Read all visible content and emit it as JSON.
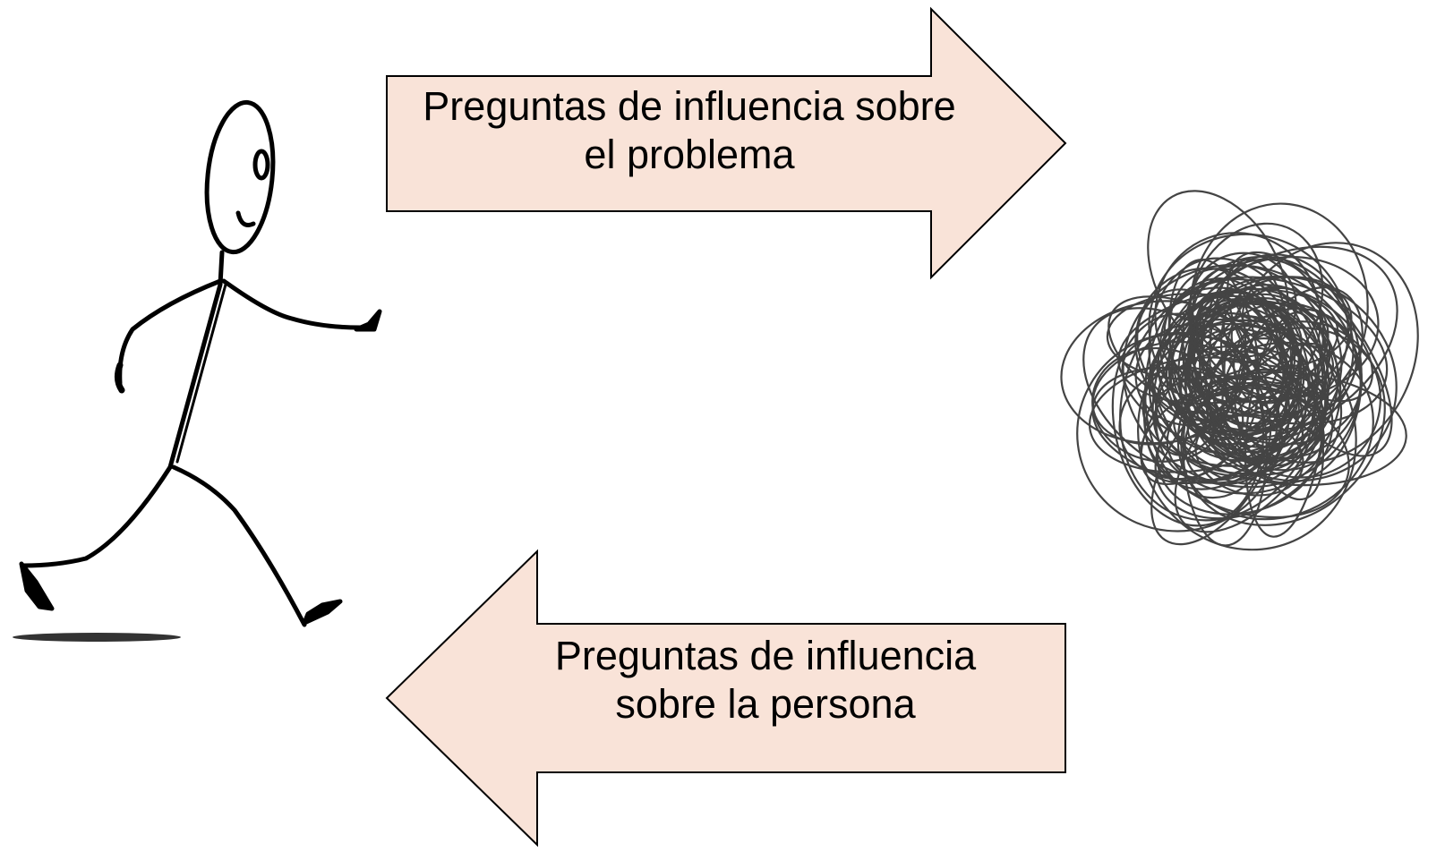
{
  "arrows": {
    "top": {
      "lines": [
        "Preguntas de influencia sobre",
        "el problema"
      ],
      "direction": "right"
    },
    "bottom": {
      "lines": [
        "Preguntas de influencia",
        "sobre la persona"
      ],
      "direction": "left"
    }
  },
  "colors": {
    "arrow_fill": "#f9e3d8",
    "stroke": "#000000",
    "scribble": "#3a3a3a",
    "shadow": "#333333"
  },
  "icons": {
    "person": "walking-stick-figure-icon",
    "problem": "tangled-scribble-ball-icon"
  }
}
